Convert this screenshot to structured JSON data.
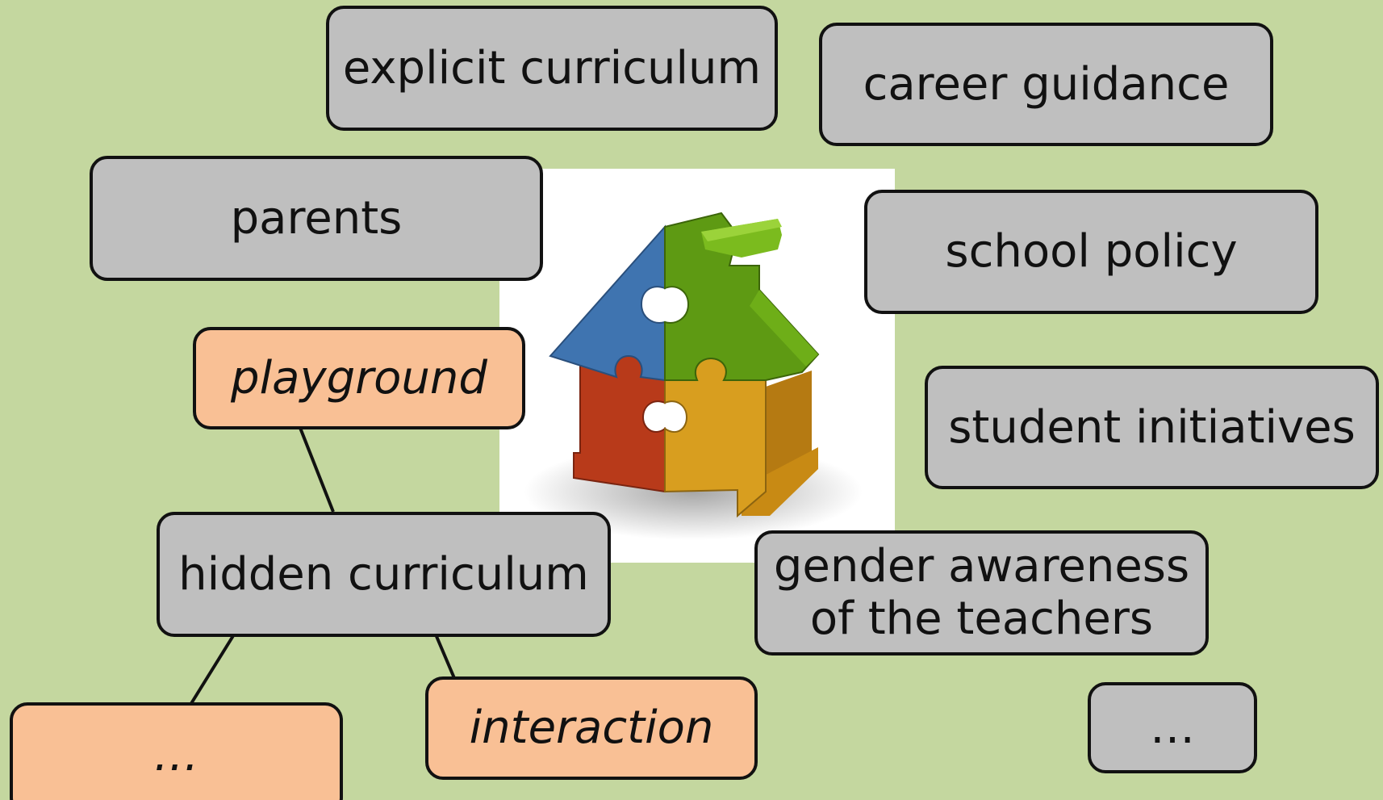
{
  "nodes": {
    "explicit_curriculum": "explicit curriculum",
    "career_guidance": "career guidance",
    "parents": "parents",
    "school_policy": "school policy",
    "playground": "playground",
    "student_initiatives": "student initiatives",
    "hidden_curriculum": "hidden curriculum",
    "gender_awareness_line1": "gender awareness",
    "gender_awareness_line2": "of the teachers",
    "ellipsis_left": "…",
    "interaction": "interaction",
    "ellipsis_right": "…"
  },
  "center_image": {
    "icon": "puzzle-house-icon"
  },
  "colors": {
    "background": "#c4d79f",
    "grey_box": "#bfbfbf",
    "orange_box": "#f9c095",
    "border": "#111111",
    "puzzle_blue": "#3f74b0",
    "puzzle_green": "#5e9a13",
    "puzzle_red": "#b83a1a",
    "puzzle_yellow": "#d89e1f"
  }
}
